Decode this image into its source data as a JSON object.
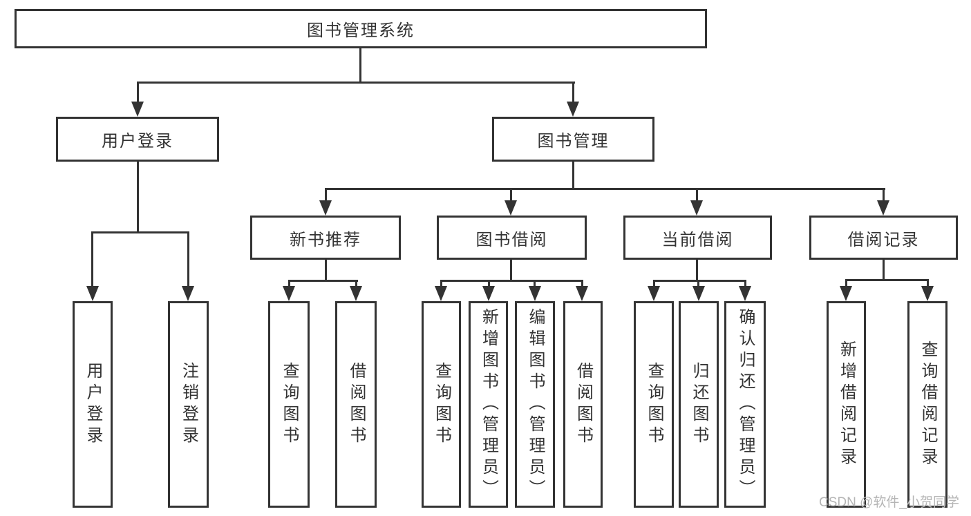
{
  "diagram": {
    "nodes": {
      "root": "图书管理系统",
      "user_login": {
        "label": "用户登录",
        "children": [
          "用户登录",
          "注销登录"
        ]
      },
      "book_mgmt": {
        "label": "图书管理",
        "children": [
          {
            "label": "新书推荐",
            "children": [
              "查询图书",
              "借阅图书"
            ]
          },
          {
            "label": "图书借阅",
            "children": [
              "查询图书",
              "新增图书（管理员）",
              "编辑图书（管理员）",
              "借阅图书"
            ]
          },
          {
            "label": "当前借阅",
            "children": [
              "查询图书",
              "归还图书",
              "确认归还（管理员）"
            ]
          },
          {
            "label": "借阅记录",
            "children": [
              "新增借阅记录",
              "查询借阅记录"
            ]
          }
        ]
      }
    },
    "watermark": "CSDN @软件_小贺同学",
    "colors": {
      "line": "#333333",
      "text": "#333333",
      "box_background": "#ffffff",
      "watermark": "#b5b5b5",
      "page_background": "#ffffff"
    }
  }
}
